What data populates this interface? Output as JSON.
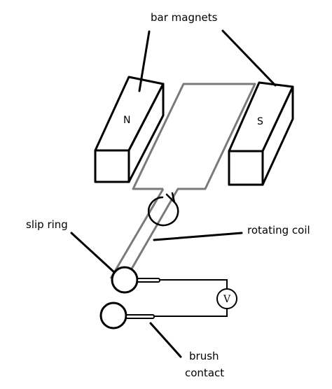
{
  "labels": {
    "bar_magnets": "bar magnets",
    "slip_ring": "slip ring",
    "rotating_coil": "rotating coil",
    "brush_line1": "brush",
    "brush_line2": "contact"
  },
  "magnets": {
    "north_pole": "N",
    "south_pole": "S"
  },
  "voltmeter_symbol": "V",
  "colors": {
    "outline": "#000000",
    "coil": "#7a7a7a",
    "background": "#ffffff"
  }
}
